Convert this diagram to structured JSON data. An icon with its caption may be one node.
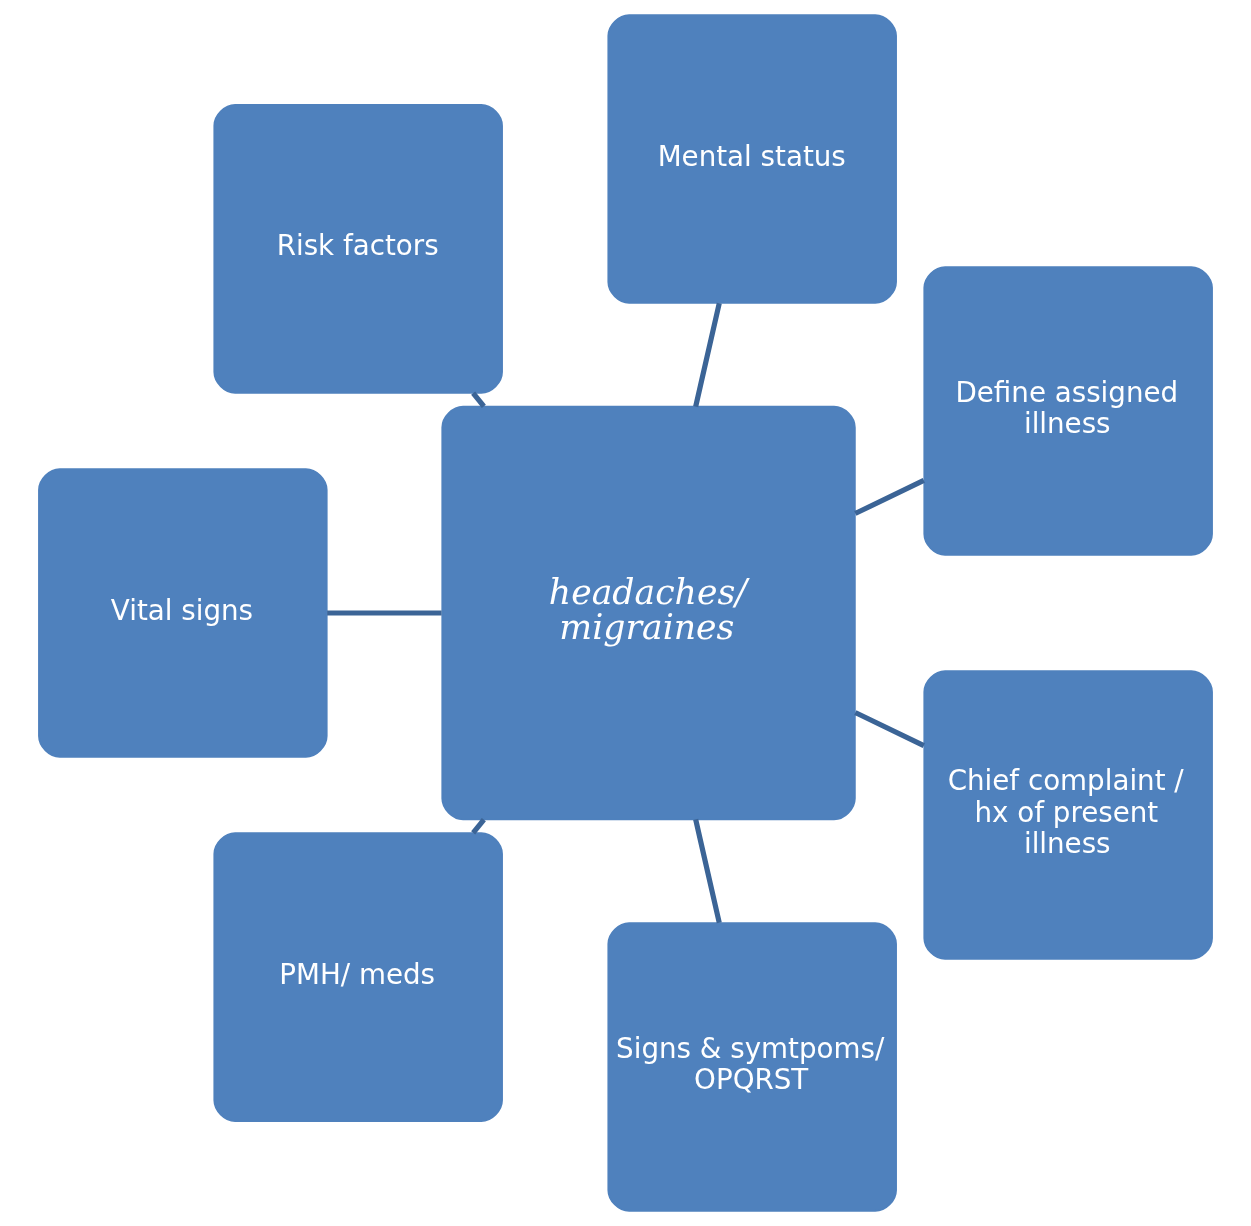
{
  "diagram": {
    "nodes": [
      {
        "text": [
          "Define assigned illness"
        ]
      },
      {
        "text": [
          "Mental status"
        ]
      },
      {
        "text": [
          "Risk factors"
        ]
      },
      {
        "text": [
          "headaches/ migraines"
        ]
      },
      {
        "text": [
          "Vital signs"
        ]
      },
      {
        "text": [
          "PMH/ meds"
        ]
      },
      {
        "text": [
          "Signs & symtpoms/ OPQRST"
        ]
      },
      {
        "text": [
          "Chief complaint / hx of present illness"
        ]
      }
    ],
    "edges": [
      {
        "from": 3,
        "to": 0,
        "arrow": "none"
      },
      {
        "from": 3,
        "to": 2,
        "arrow": "none"
      },
      {
        "from": 3,
        "to": 5,
        "arrow": "none"
      },
      {
        "from": 3,
        "to": 7,
        "arrow": "none"
      },
      {
        "from": 3,
        "to": 6,
        "arrow": "none"
      },
      {
        "from": 3,
        "to": 4,
        "arrow": "none"
      },
      {
        "from": 3,
        "to": 1,
        "arrow": "none"
      }
    ]
  }
}
